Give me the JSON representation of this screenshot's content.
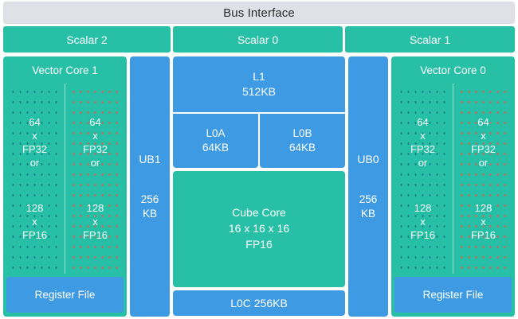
{
  "diagram": {
    "title": "Bus Interface",
    "colors": {
      "header_gray": "#dfe1e6",
      "teal": "#27bfa6",
      "blue": "#3d9ae3",
      "dot_dark": "#1e7f87",
      "dot_red": "#e2604f",
      "text_light": "#ffffff",
      "text_dark": "#2b2b2b"
    }
  },
  "scalars": [
    {
      "label": "Scalar 2"
    },
    {
      "label": "Scalar 0"
    },
    {
      "label": "Scalar 1"
    }
  ],
  "vector_core_left": {
    "title": "Vector Core 1",
    "register_file": "Register File",
    "lanes": [
      {
        "dot_style": "dark",
        "groups": [
          {
            "lines": [
              "64",
              "x",
              "FP32",
              "or"
            ]
          },
          {
            "lines": [
              "128",
              "x",
              "FP16"
            ]
          }
        ]
      },
      {
        "dot_style": "red",
        "groups": [
          {
            "lines": [
              "64",
              "x",
              "FP32",
              "or"
            ]
          },
          {
            "lines": [
              "128",
              "x",
              "FP16"
            ]
          }
        ]
      }
    ]
  },
  "vector_core_right": {
    "title": "Vector Core 0",
    "register_file": "Register File",
    "lanes": [
      {
        "dot_style": "dark",
        "groups": [
          {
            "lines": [
              "64",
              "x",
              "FP32",
              "or"
            ]
          },
          {
            "lines": [
              "128",
              "x",
              "FP16"
            ]
          }
        ]
      },
      {
        "dot_style": "red",
        "groups": [
          {
            "lines": [
              "64",
              "x",
              "FP32",
              "or"
            ]
          },
          {
            "lines": [
              "128",
              "x",
              "FP16"
            ]
          }
        ]
      }
    ]
  },
  "ub_left": {
    "name": "UB1",
    "size_line1": "256",
    "size_line2": "KB"
  },
  "ub_right": {
    "name": "UB0",
    "size_line1": "256",
    "size_line2": "KB"
  },
  "center": {
    "l1": {
      "name": "L1",
      "size": "512KB"
    },
    "l0a": {
      "name": "L0A",
      "size": "64KB"
    },
    "l0b": {
      "name": "L0B",
      "size": "64KB"
    },
    "cube": {
      "name": "Cube Core",
      "dims": "16 x 16 x 16",
      "precision": "FP16"
    },
    "l0c": {
      "label": "L0C 256KB"
    }
  }
}
